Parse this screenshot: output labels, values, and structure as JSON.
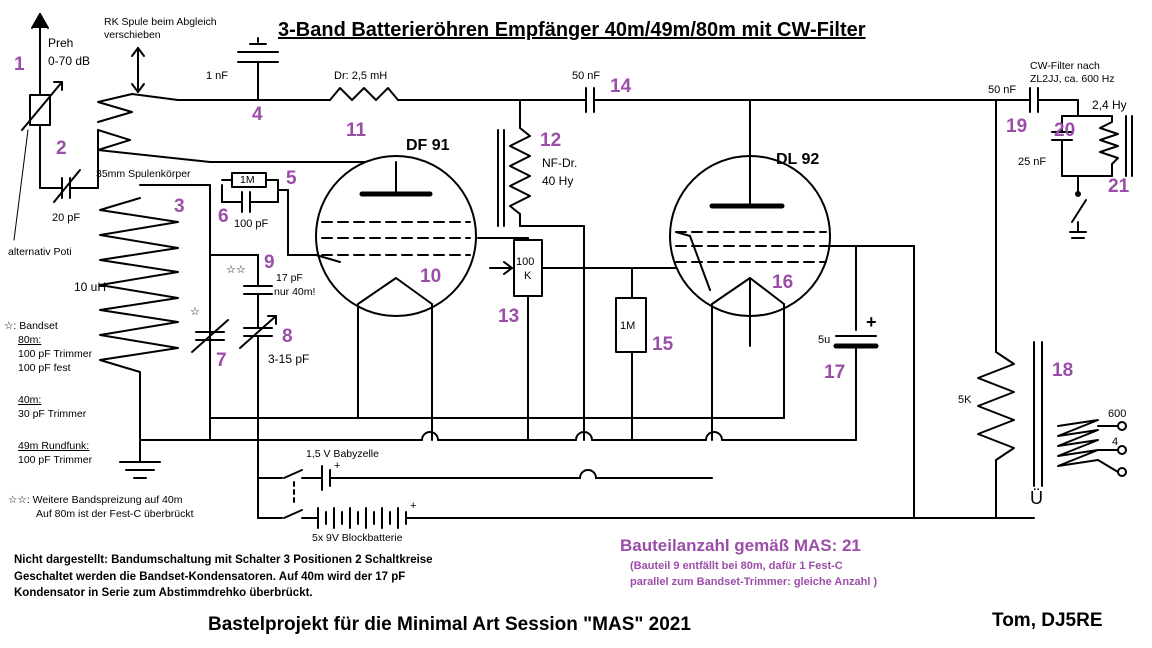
{
  "title": "3-Band Batterieröhren Empfänger 40m/49m/80m mit CW-Filter",
  "footer": {
    "project": "Bastelprojekt für die Minimal Art Session \"MAS\" 2021",
    "author": "Tom, DJ5RE"
  },
  "count": {
    "heading": "Bauteilanzahl gemäß MAS: 21",
    "note1": "(Bauteil 9 entfällt bei 80m, dafür 1 Fest-C",
    "note2": "parallel zum Bandset-Trimmer: gleiche Anzahl )"
  },
  "notes": {
    "hidden": "Nicht dargestellt: Bandumschaltung mit Schalter 3 Positionen 2 Schaltkreise\nGeschaltet werden die Bandset-Kondensatoren. Auf 40m wird der 17 pF\nKondensator in Serie zum Abstimmdrehko überbrückt.",
    "bandset_head": "☆: Bandset",
    "b80": "80m:",
    "b80_a": "100 pF Trimmer",
    "b80_b": "100 pF fest",
    "b40": "40m:",
    "b40_a": "30 pF Trimmer",
    "b49": "49m Rundfunk:",
    "b49_a": "100 pF Trimmer",
    "spread1": "☆☆: Weitere Bandspreizung auf 40m",
    "spread2": "Auf 80m ist der Fest-C überbrückt"
  },
  "labels": {
    "rk_spule": "RK Spule beim Abgleich\nverschieben",
    "preh": "Preh",
    "preh_range": "0-70 dB",
    "alt_poti": "alternativ Poti",
    "c1nf": "1 nF",
    "dr": "Dr: 2,5 mH",
    "c50nf_top": "50 nF",
    "coil_body": "35mm Spulenkörper",
    "r1m": "1M",
    "c100pf": "100 pF",
    "c20pf": "20 pF",
    "l10uh": "10 uH",
    "c17pf": "17 pF",
    "nur40": "nur 40m!",
    "stars": "☆☆",
    "star": "☆",
    "c315": "3-15 pF",
    "df91": "DF 91",
    "nfdr": "NF-Dr.",
    "nf40hy": "40 Hy",
    "pot100": "100",
    "potk": "K",
    "dl92": "DL 92",
    "r1m_b": "1M",
    "c5u": "5u",
    "plus": "+",
    "r5k": "5K",
    "cw_filter": "CW-Filter nach\nZL2JJ, ca. 600 Hz",
    "c50nf_cw": "50 nF",
    "l24hy": "2,4 Hy",
    "c25nf": "25 nF",
    "o600": "600",
    "o4": "4",
    "trafo": "Ü",
    "bat15": "1,5 V Babyzelle",
    "bat9": "5x 9V Blockbatterie",
    "bat_plus": "+"
  },
  "part_numbers": [
    "1",
    "2",
    "3",
    "4",
    "5",
    "6",
    "7",
    "8",
    "9",
    "10",
    "11",
    "12",
    "13",
    "14",
    "15",
    "16",
    "17",
    "18",
    "19",
    "20",
    "21"
  ],
  "colors": {
    "accent": "#9b4ea7",
    "ink": "#000000"
  }
}
